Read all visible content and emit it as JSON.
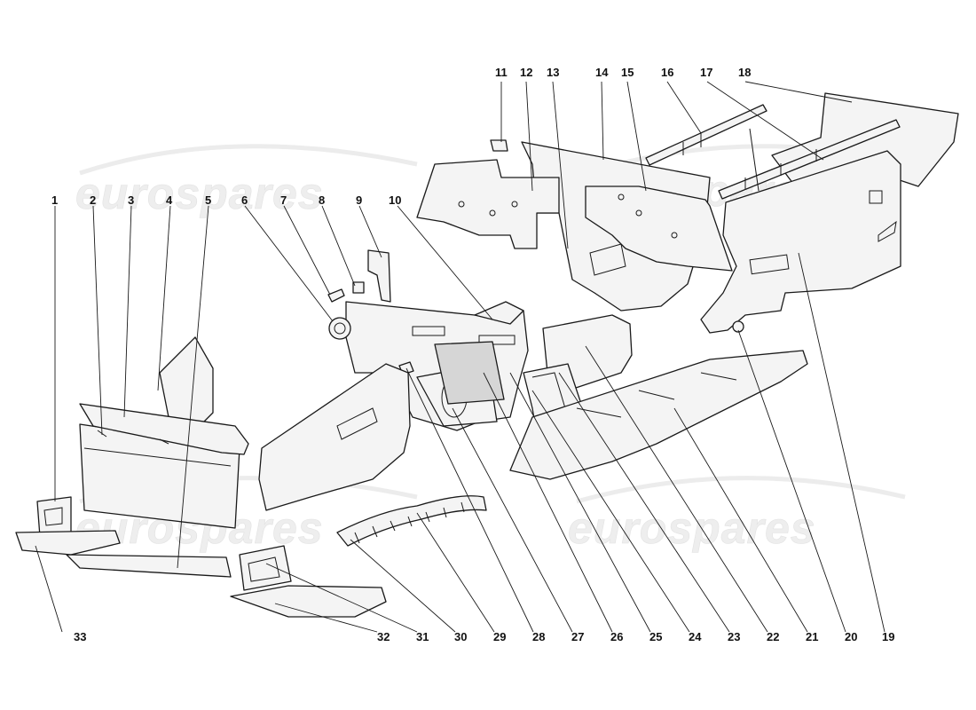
{
  "watermark": {
    "text": "eurospares"
  },
  "callouts_top": [
    "11",
    "12",
    "13",
    "14",
    "15",
    "16",
    "17",
    "18"
  ],
  "callouts_left": [
    "1",
    "2",
    "3",
    "4",
    "5",
    "6",
    "7",
    "8",
    "9",
    "10"
  ],
  "callouts_bottom": [
    "33",
    "32",
    "31",
    "30",
    "29",
    "28",
    "27",
    "26",
    "25",
    "24",
    "23",
    "22",
    "21",
    "20",
    "19"
  ]
}
